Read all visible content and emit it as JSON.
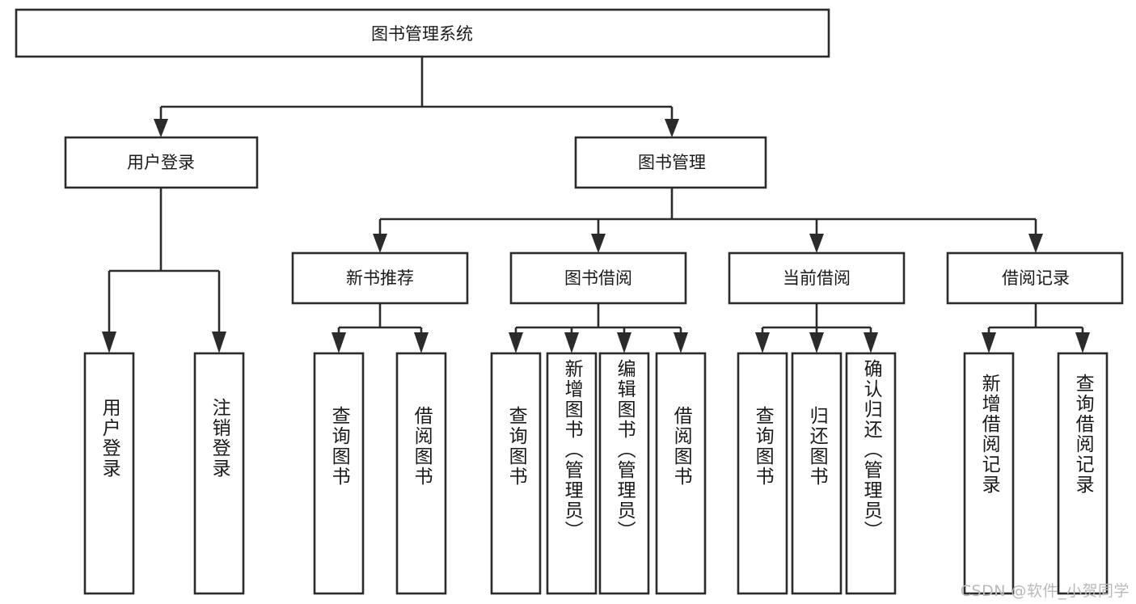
{
  "diagram": {
    "type": "tree-hierarchy",
    "root": {
      "id": "root",
      "label": "图书管理系统"
    },
    "level2": [
      {
        "id": "user-login",
        "label": "用户登录"
      },
      {
        "id": "book-management",
        "label": "图书管理"
      }
    ],
    "level3": [
      {
        "id": "new-book-recommend",
        "label": "新书推荐",
        "parent": "book-management"
      },
      {
        "id": "book-borrow",
        "label": "图书借阅",
        "parent": "book-management"
      },
      {
        "id": "current-borrow",
        "label": "当前借阅",
        "parent": "book-management"
      },
      {
        "id": "borrow-record",
        "label": "借阅记录",
        "parent": "book-management"
      }
    ],
    "leaves": {
      "user-login": [
        {
          "id": "leaf-user-login",
          "label": "用户登录"
        },
        {
          "id": "leaf-logout-login",
          "label": "注销登录"
        }
      ],
      "new-book-recommend": [
        {
          "id": "leaf-query-book-1",
          "label": "查询图书"
        },
        {
          "id": "leaf-borrow-book-1",
          "label": "借阅图书"
        }
      ],
      "book-borrow": [
        {
          "id": "leaf-query-book-2",
          "label": "查询图书"
        },
        {
          "id": "leaf-add-book",
          "label": "新增图书（管理员）"
        },
        {
          "id": "leaf-edit-book",
          "label": "编辑图书（管理员）"
        },
        {
          "id": "leaf-borrow-book-2",
          "label": "借阅图书"
        }
      ],
      "current-borrow": [
        {
          "id": "leaf-query-book-3",
          "label": "查询图书"
        },
        {
          "id": "leaf-return-book",
          "label": "归还图书"
        },
        {
          "id": "leaf-confirm-return",
          "label": "确认归还（管理员）"
        }
      ],
      "borrow-record": [
        {
          "id": "leaf-add-record",
          "label": "新增借阅记录"
        },
        {
          "id": "leaf-query-record",
          "label": "查询借阅记录"
        }
      ]
    }
  },
  "watermark": {
    "text": "CSDN @软件_小贺同学"
  },
  "colors": {
    "stroke": "#2b2b2b",
    "fill": "#ffffff",
    "text": "#1a1a1a",
    "watermark": "#b9b9b9"
  }
}
